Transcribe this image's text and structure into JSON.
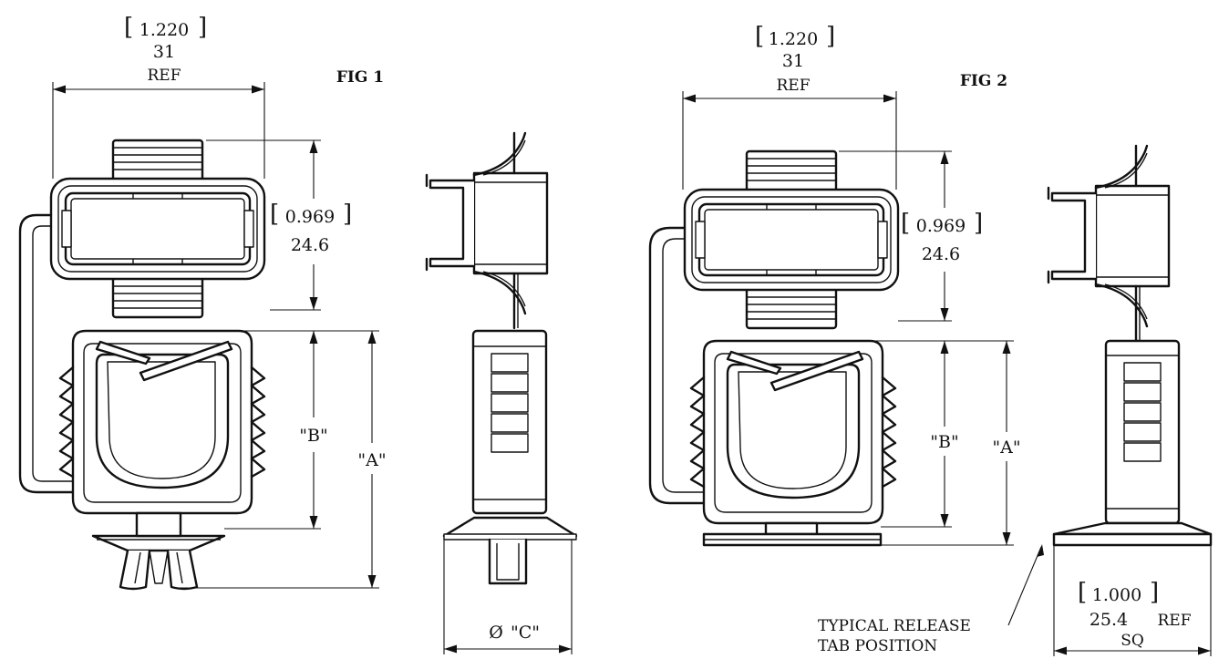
{
  "fig1": {
    "label": "FIG 1",
    "width_in": "1.220",
    "width_mm": "31",
    "width_ref": "REF",
    "height_in": "0.969",
    "height_mm": "24.6",
    "dim_a": "\"A\"",
    "dim_b": "\"B\"",
    "dim_c": "\"C\"",
    "diameter_symbol": "Ø"
  },
  "fig2": {
    "label": "FIG 2",
    "width_in": "1.220",
    "width_mm": "31",
    "width_ref": "REF",
    "height_in": "0.969",
    "height_mm": "24.6",
    "dim_a": "\"A\"",
    "dim_b": "\"B\"",
    "base_in": "1.000",
    "base_mm": "25.4",
    "base_ref": "REF",
    "base_sq": "SQ",
    "release_line1": "TYPICAL RELEASE",
    "release_line2": "TAB POSITION"
  }
}
